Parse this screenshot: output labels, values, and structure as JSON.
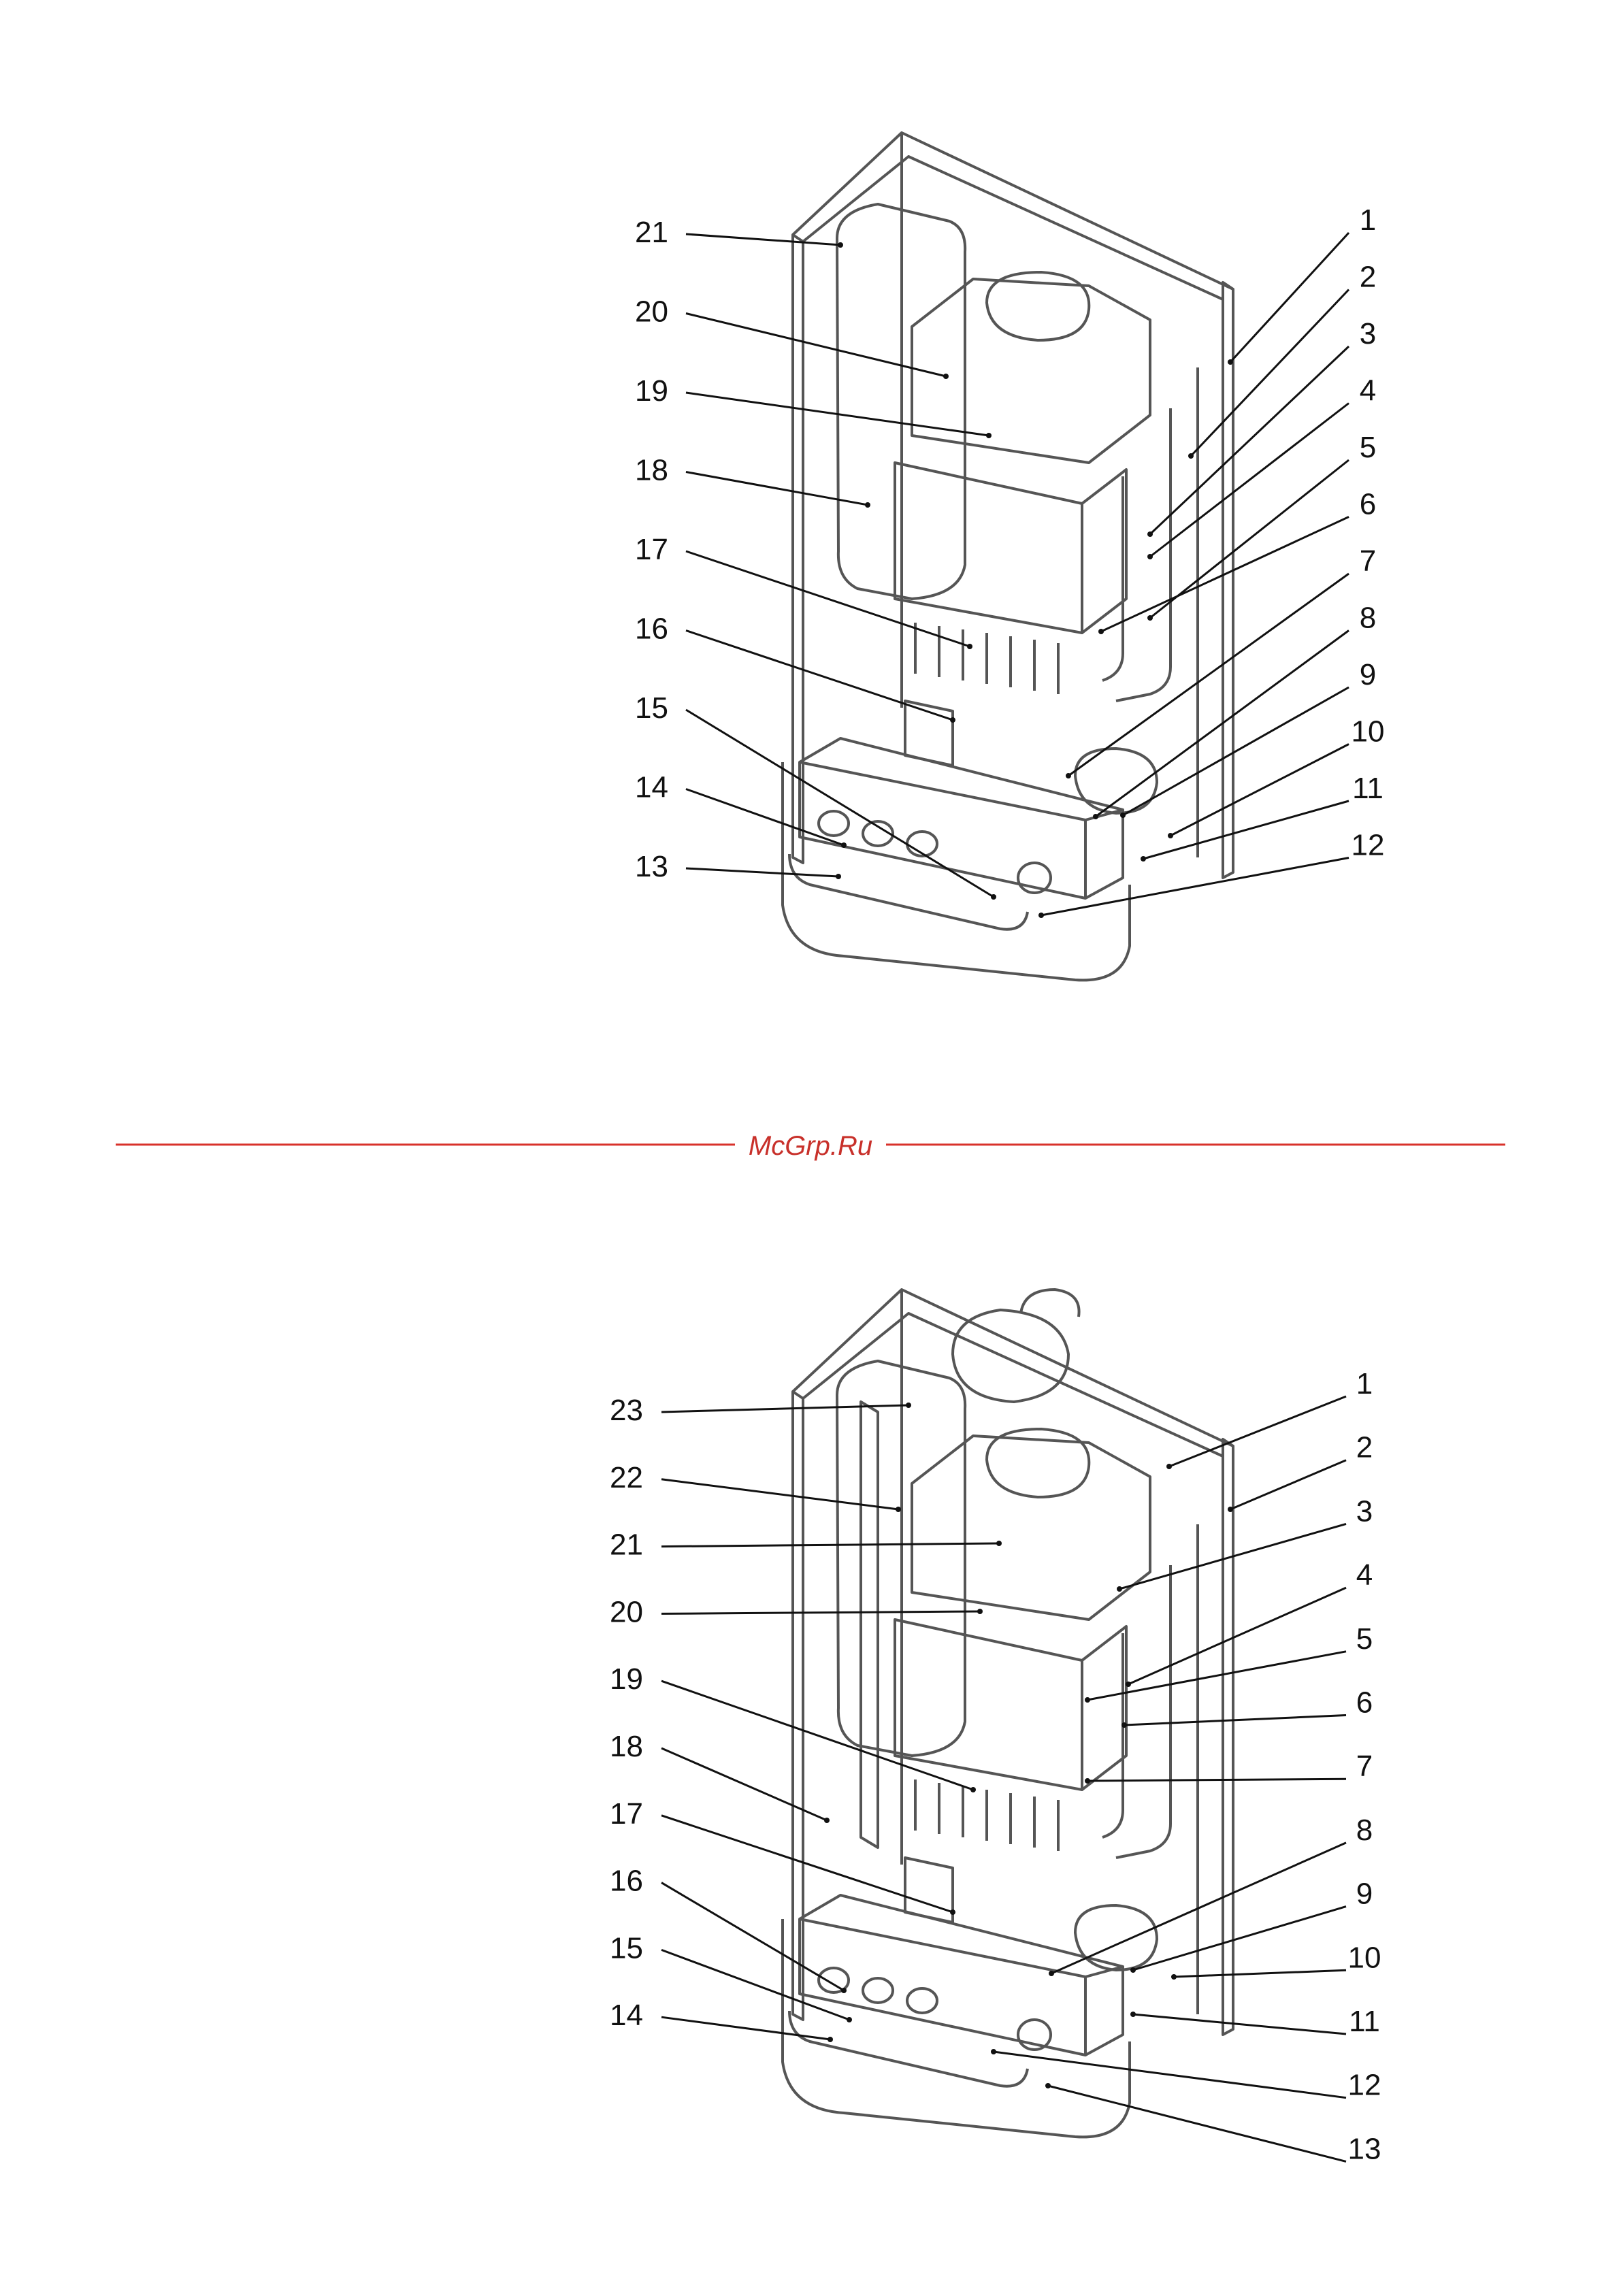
{
  "colors": {
    "divider": "#d8322b",
    "watermark": "#c8302a",
    "line": "#111111",
    "outline": "#555555"
  },
  "watermark": "McGrp.Ru",
  "diagram_top": {
    "name": "boiler-diagram-top",
    "callouts": [
      {
        "id": "21",
        "side": "left"
      },
      {
        "id": "20",
        "side": "left"
      },
      {
        "id": "19",
        "side": "left"
      },
      {
        "id": "18",
        "side": "left"
      },
      {
        "id": "17",
        "side": "left"
      },
      {
        "id": "16",
        "side": "left"
      },
      {
        "id": "15",
        "side": "left"
      },
      {
        "id": "14",
        "side": "left"
      },
      {
        "id": "13",
        "side": "left"
      },
      {
        "id": "1",
        "side": "right"
      },
      {
        "id": "2",
        "side": "right"
      },
      {
        "id": "3",
        "side": "right"
      },
      {
        "id": "4",
        "side": "right"
      },
      {
        "id": "5",
        "side": "right"
      },
      {
        "id": "6",
        "side": "right"
      },
      {
        "id": "7",
        "side": "right"
      },
      {
        "id": "8",
        "side": "right"
      },
      {
        "id": "9",
        "side": "right"
      },
      {
        "id": "10",
        "side": "right"
      },
      {
        "id": "11",
        "side": "right"
      },
      {
        "id": "12",
        "side": "right"
      }
    ]
  },
  "diagram_bottom": {
    "name": "boiler-diagram-bottom",
    "callouts": [
      {
        "id": "23",
        "side": "left"
      },
      {
        "id": "22",
        "side": "left"
      },
      {
        "id": "21",
        "side": "left"
      },
      {
        "id": "20",
        "side": "left"
      },
      {
        "id": "19",
        "side": "left"
      },
      {
        "id": "18",
        "side": "left"
      },
      {
        "id": "17",
        "side": "left"
      },
      {
        "id": "16",
        "side": "left"
      },
      {
        "id": "15",
        "side": "left"
      },
      {
        "id": "14",
        "side": "left"
      },
      {
        "id": "1",
        "side": "right"
      },
      {
        "id": "2",
        "side": "right"
      },
      {
        "id": "3",
        "side": "right"
      },
      {
        "id": "4",
        "side": "right"
      },
      {
        "id": "5",
        "side": "right"
      },
      {
        "id": "6",
        "side": "right"
      },
      {
        "id": "7",
        "side": "right"
      },
      {
        "id": "8",
        "side": "right"
      },
      {
        "id": "9",
        "side": "right"
      },
      {
        "id": "10",
        "side": "right"
      },
      {
        "id": "11",
        "side": "right"
      },
      {
        "id": "12",
        "side": "right"
      },
      {
        "id": "13",
        "side": "right"
      }
    ]
  }
}
